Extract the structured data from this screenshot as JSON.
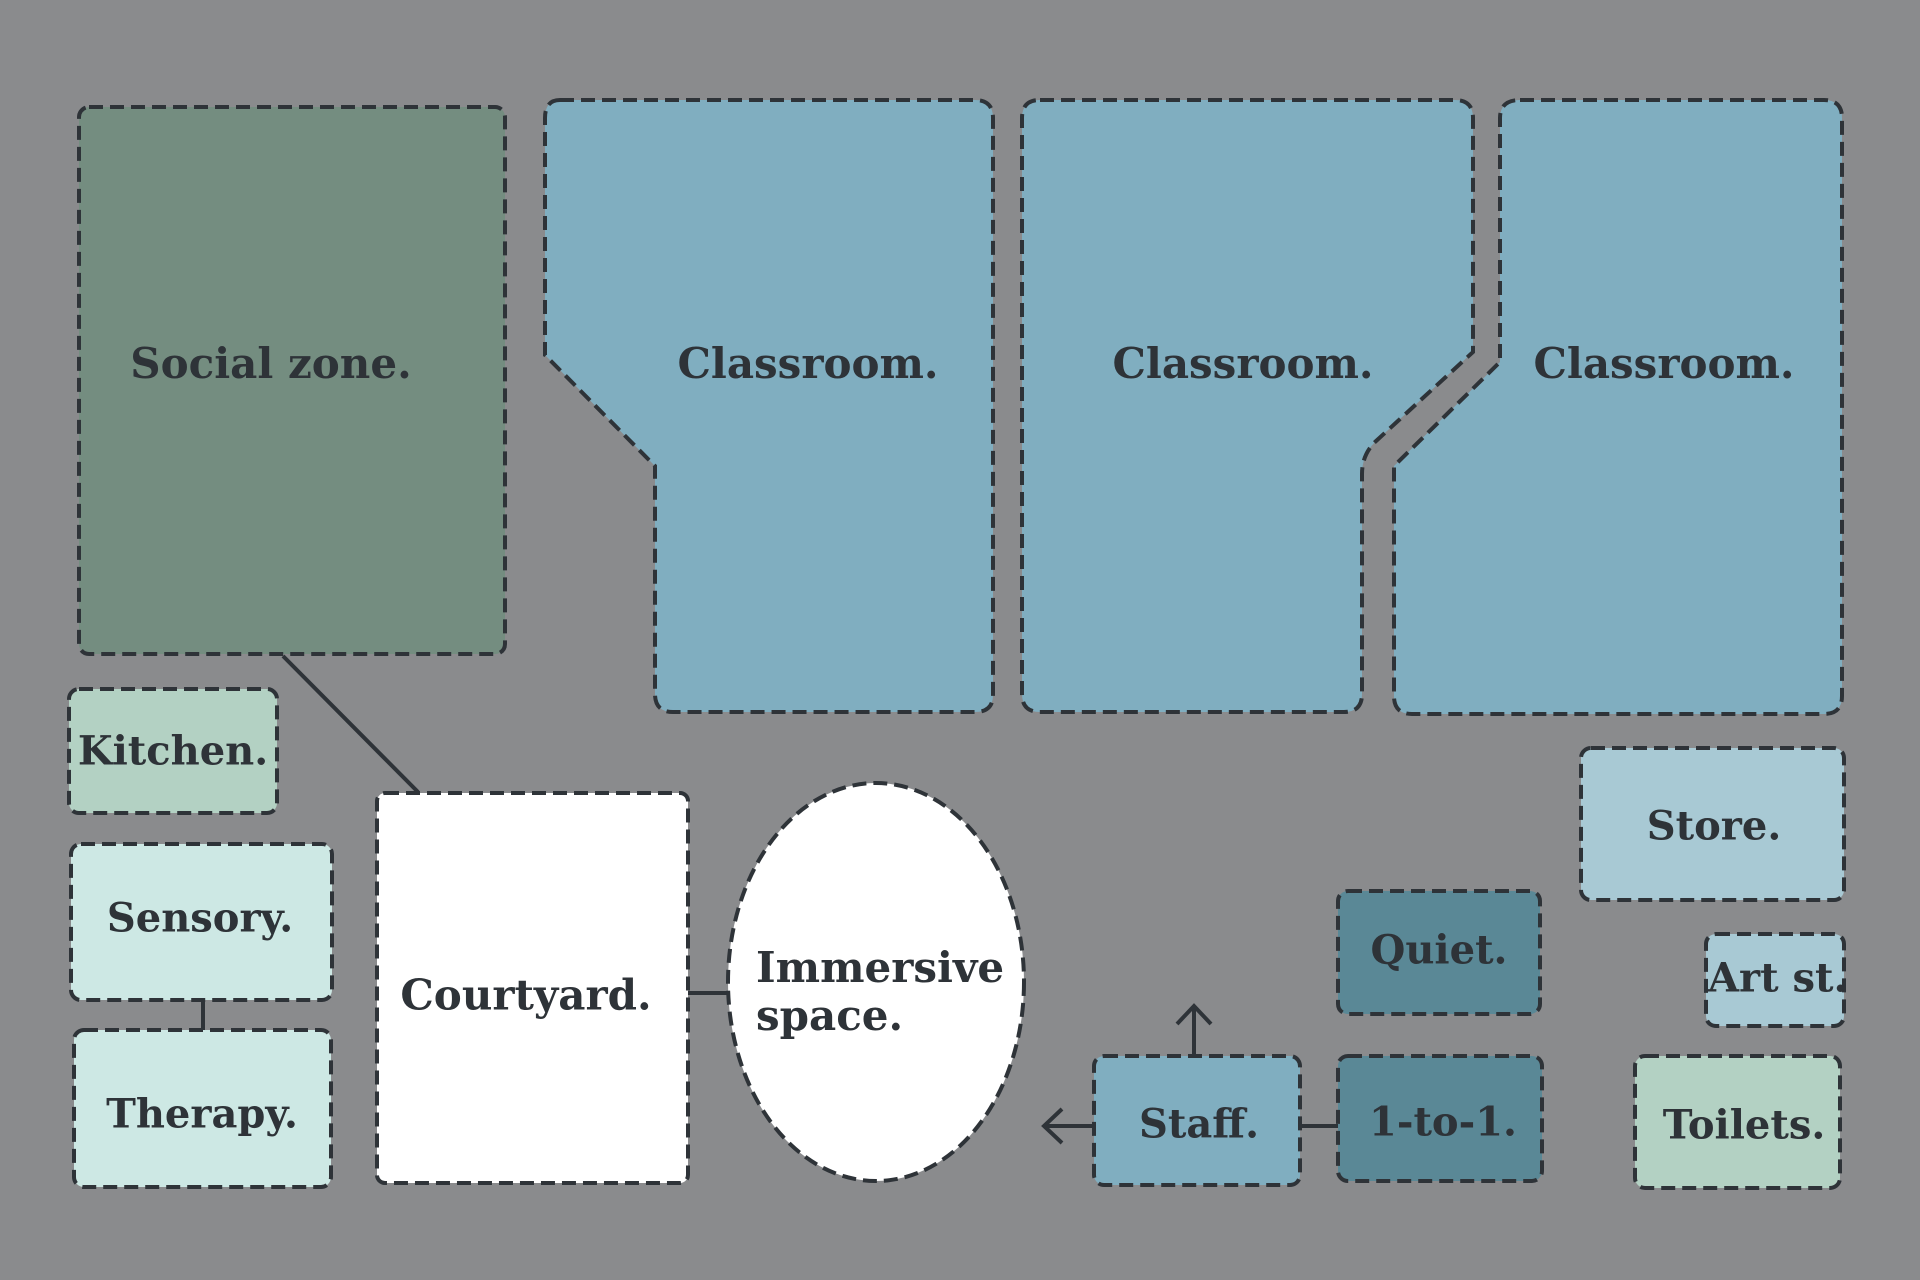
{
  "colors": {
    "background": "#8a8b8d",
    "outline": "#2e3338",
    "social_zone": "#748d80",
    "classroom": "#80aec0",
    "kitchen": "#b3d1c3",
    "sensory": "#cde8e4",
    "therapy": "#cde8e4",
    "courtyard": "#ffffff",
    "immersive": "#ffffff",
    "store": "#a8c9d4",
    "art_store": "#a8c9d4",
    "quiet": "#5a8896",
    "one_to_one": "#5a8896",
    "staff": "#80aec0",
    "toilets": "#b3d1c3"
  },
  "rooms": {
    "social_zone": "Social zone.",
    "classroom_1": "Classroom.",
    "classroom_2": "Classroom.",
    "classroom_3": "Classroom.",
    "kitchen": "Kitchen.",
    "sensory": "Sensory.",
    "therapy": "Therapy.",
    "courtyard": "Courtyard.",
    "immersive_line1": "Immersive",
    "immersive_line2": "space.",
    "store": "Store.",
    "quiet": "Quiet.",
    "art_store": "Art st.",
    "staff": "Staff.",
    "one_to_one": "1-to-1.",
    "toilets": "Toilets."
  }
}
